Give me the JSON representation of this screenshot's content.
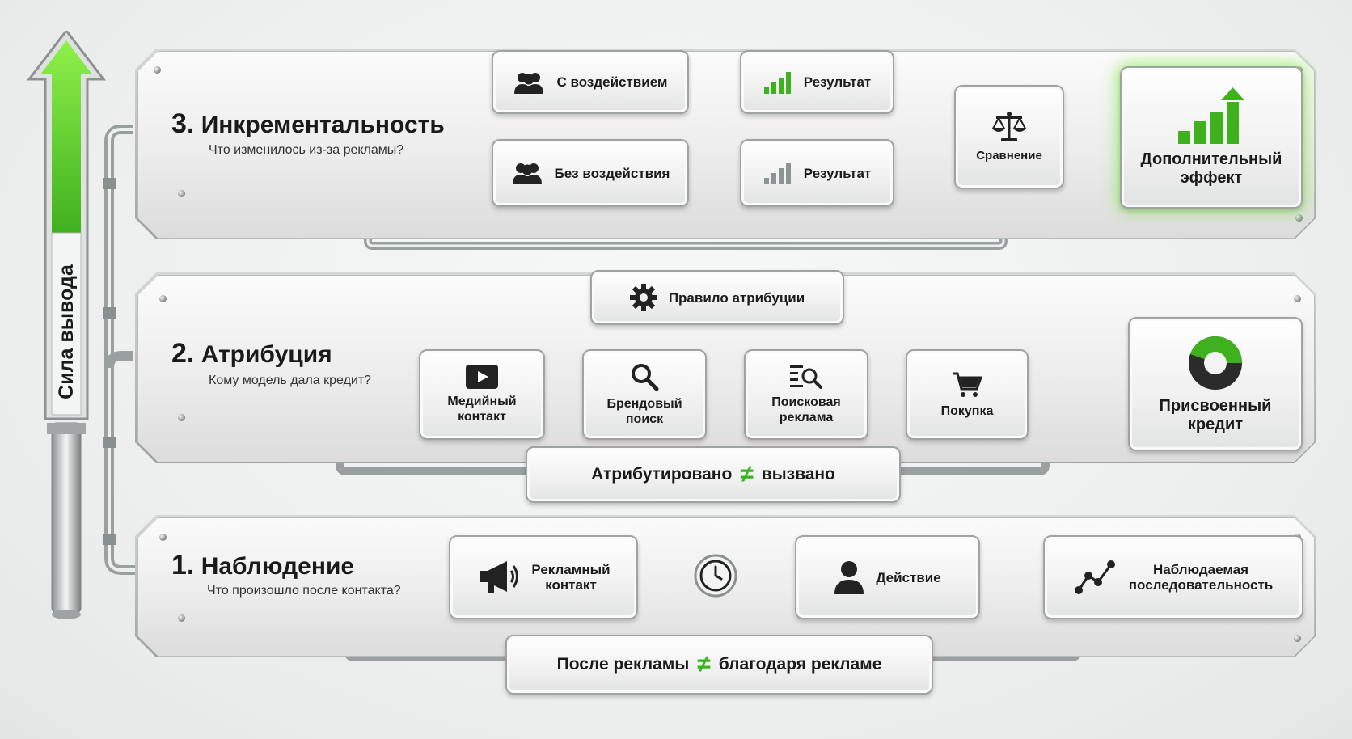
{
  "gauge": {
    "label": "Сила вывода"
  },
  "level3": {
    "number": "3.",
    "title": "Инкрементальность",
    "subtitle": "Что изменилось из-за рекламы?",
    "exposed": "С воздействием",
    "control": "Без воздействия",
    "result_exposed": "Результат",
    "result_control": "Результат",
    "comparison": "Сравнение",
    "outcome": "Дополнительный\nэффект"
  },
  "level2": {
    "number": "2.",
    "title": "Атрибуция",
    "subtitle": "Кому модель дала кредит?",
    "rule": "Правило атрибуции",
    "touchpoints": [
      "Медийный\nконтакт",
      "Брендовый\nпоиск",
      "Поисковая\nреклама",
      "Покупка"
    ],
    "outcome": "Присвоенный\nкредит",
    "footer_left": "Атрибутировано",
    "footer_neq": "≠",
    "footer_right": "вызвано"
  },
  "level1": {
    "number": "1.",
    "title": "Наблюдение",
    "subtitle": "Что произошло после контакта?",
    "ad_contact": "Рекламный\nконтакт",
    "action": "Действие",
    "sequence": "Наблюдаемая\nпоследовательность",
    "footer_left": "После рекламы",
    "footer_neq": "≠",
    "footer_right": "благодаря рекламе"
  },
  "colors": {
    "accent_green": "#49c81f",
    "glow_green": "#7df03a",
    "dark_green": "#2f8f1d",
    "metal": "#a9adad",
    "text": "#1a1a1a"
  },
  "icons": {
    "exposed": "people-icon",
    "control": "people-icon",
    "result_exposed": "bar-chart-green-icon",
    "result_control": "bar-chart-grey-icon",
    "comparison": "scales-icon",
    "outcome3": "rising-bars-arrow-icon",
    "rule": "gear-icon",
    "media": "video-play-icon",
    "brand": "magnifier-icon",
    "search_ad": "search-list-icon",
    "purchase": "cart-icon",
    "outcome2": "pie-chart-icon",
    "ad_contact": "megaphone-icon",
    "timer": "clock-icon",
    "action": "person-icon",
    "sequence": "line-graph-icon"
  }
}
